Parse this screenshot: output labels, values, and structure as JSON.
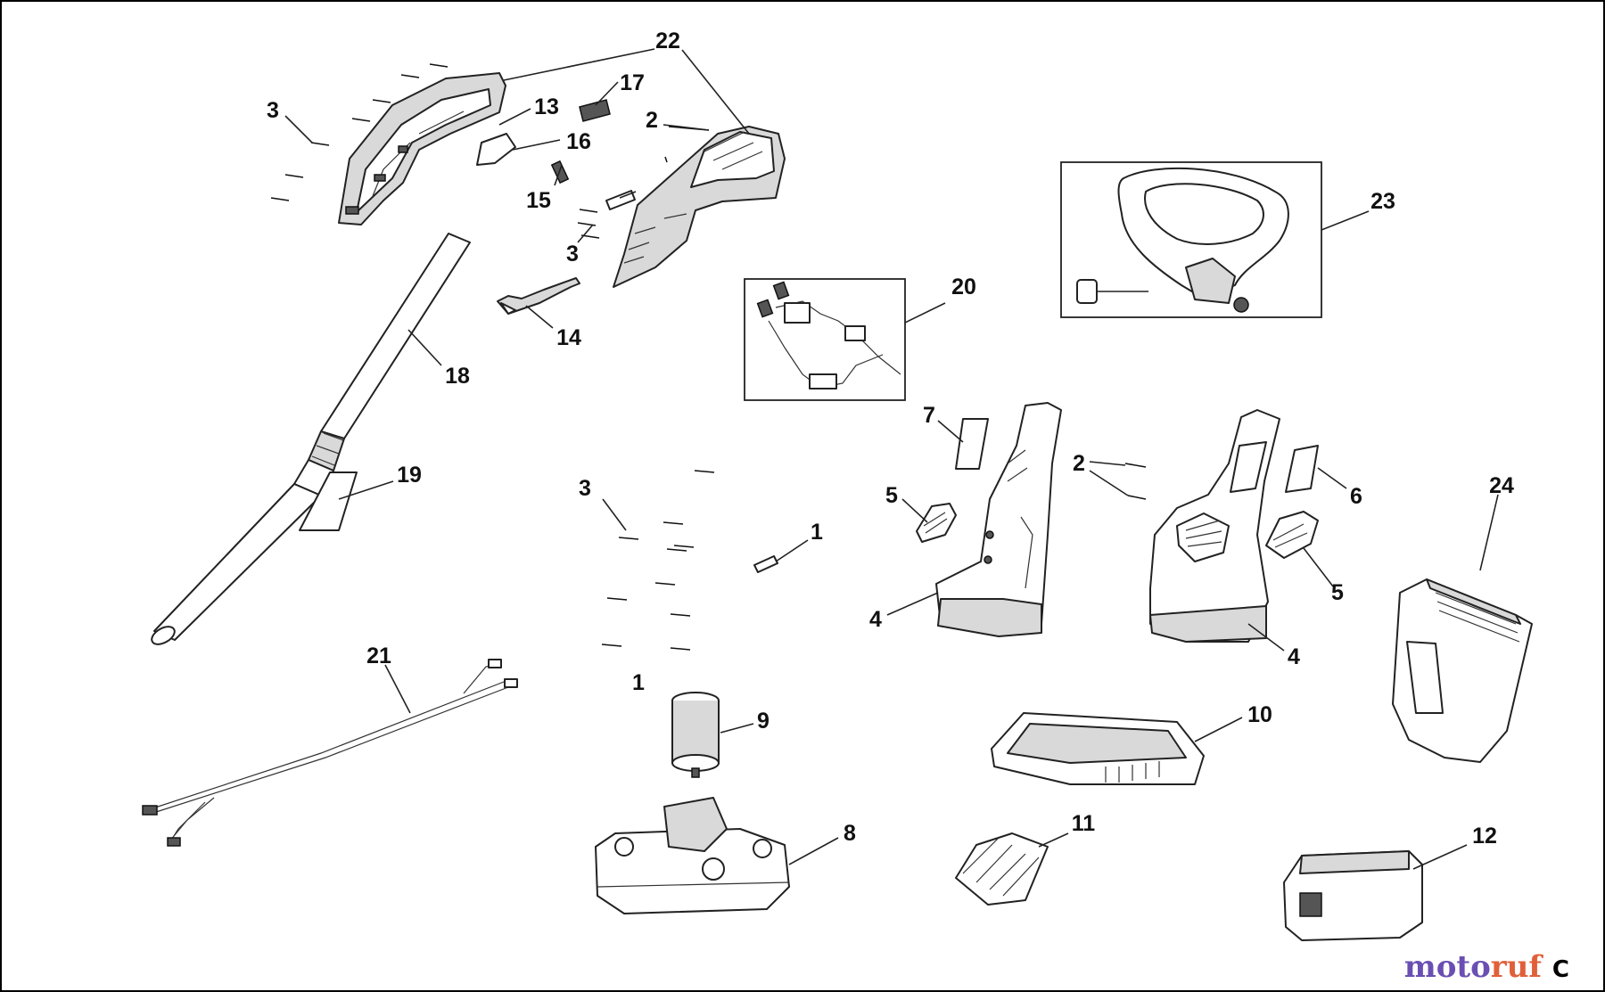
{
  "diagram": {
    "callouts": [
      "1",
      "1",
      "2",
      "2",
      "3",
      "3",
      "3",
      "4",
      "4",
      "5",
      "5",
      "6",
      "7",
      "8",
      "9",
      "10",
      "11",
      "12",
      "13",
      "14",
      "15",
      "16",
      "17",
      "18",
      "19",
      "20",
      "21",
      "22",
      "23",
      "24"
    ]
  },
  "watermark": {
    "part1": "moto",
    "part2": "ruf"
  },
  "copyright_mark": "C",
  "colors": {
    "line": "#222222",
    "watermark_purple": "#6a4fb3",
    "watermark_orange": "#e0603a"
  }
}
